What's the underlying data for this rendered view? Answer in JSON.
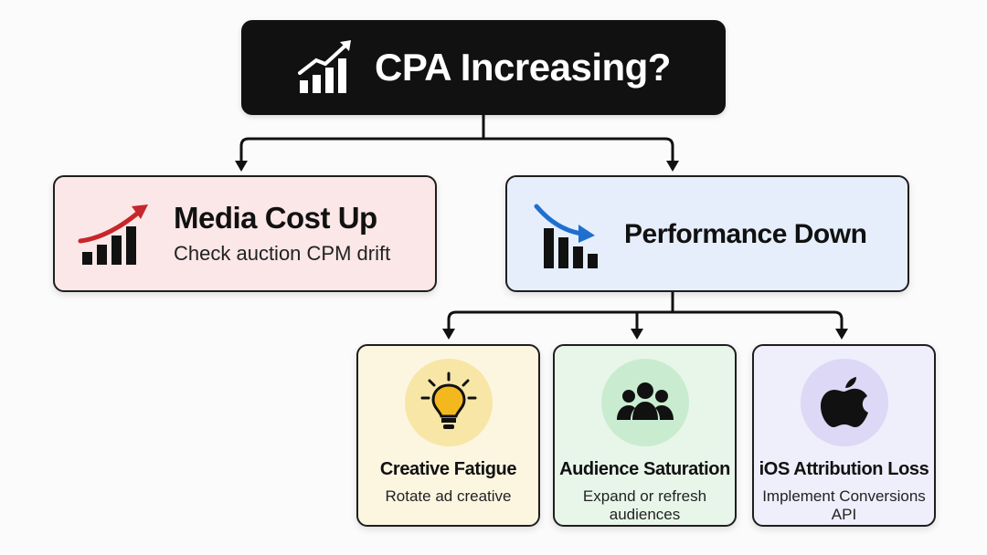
{
  "root": {
    "title": "CPA Increasing?",
    "icon": "bar-chart-rising-icon"
  },
  "branches": [
    {
      "title": "Media Cost Up",
      "subtitle": "Check auction CPM drift",
      "icon": "bar-chart-rising-arrow-icon",
      "color": "#fbe7e7",
      "arrow_color": "#c7262c"
    },
    {
      "title": "Performance Down",
      "subtitle": "",
      "icon": "bar-chart-falling-arrow-icon",
      "color": "#e6eefb",
      "arrow_color": "#1f6fd1"
    }
  ],
  "leaves": [
    {
      "title": "Creative Fatigue",
      "subtitle": "Rotate ad creative",
      "icon": "lightbulb-icon",
      "color": "#fcf6e1"
    },
    {
      "title": "Audience Saturation",
      "subtitle": "Expand or refresh audiences",
      "icon": "people-group-icon",
      "color": "#e8f6ea"
    },
    {
      "title": "iOS Attribution Loss",
      "subtitle": "Implement Conversions API",
      "icon": "apple-logo-icon",
      "color": "#efeefb"
    }
  ]
}
